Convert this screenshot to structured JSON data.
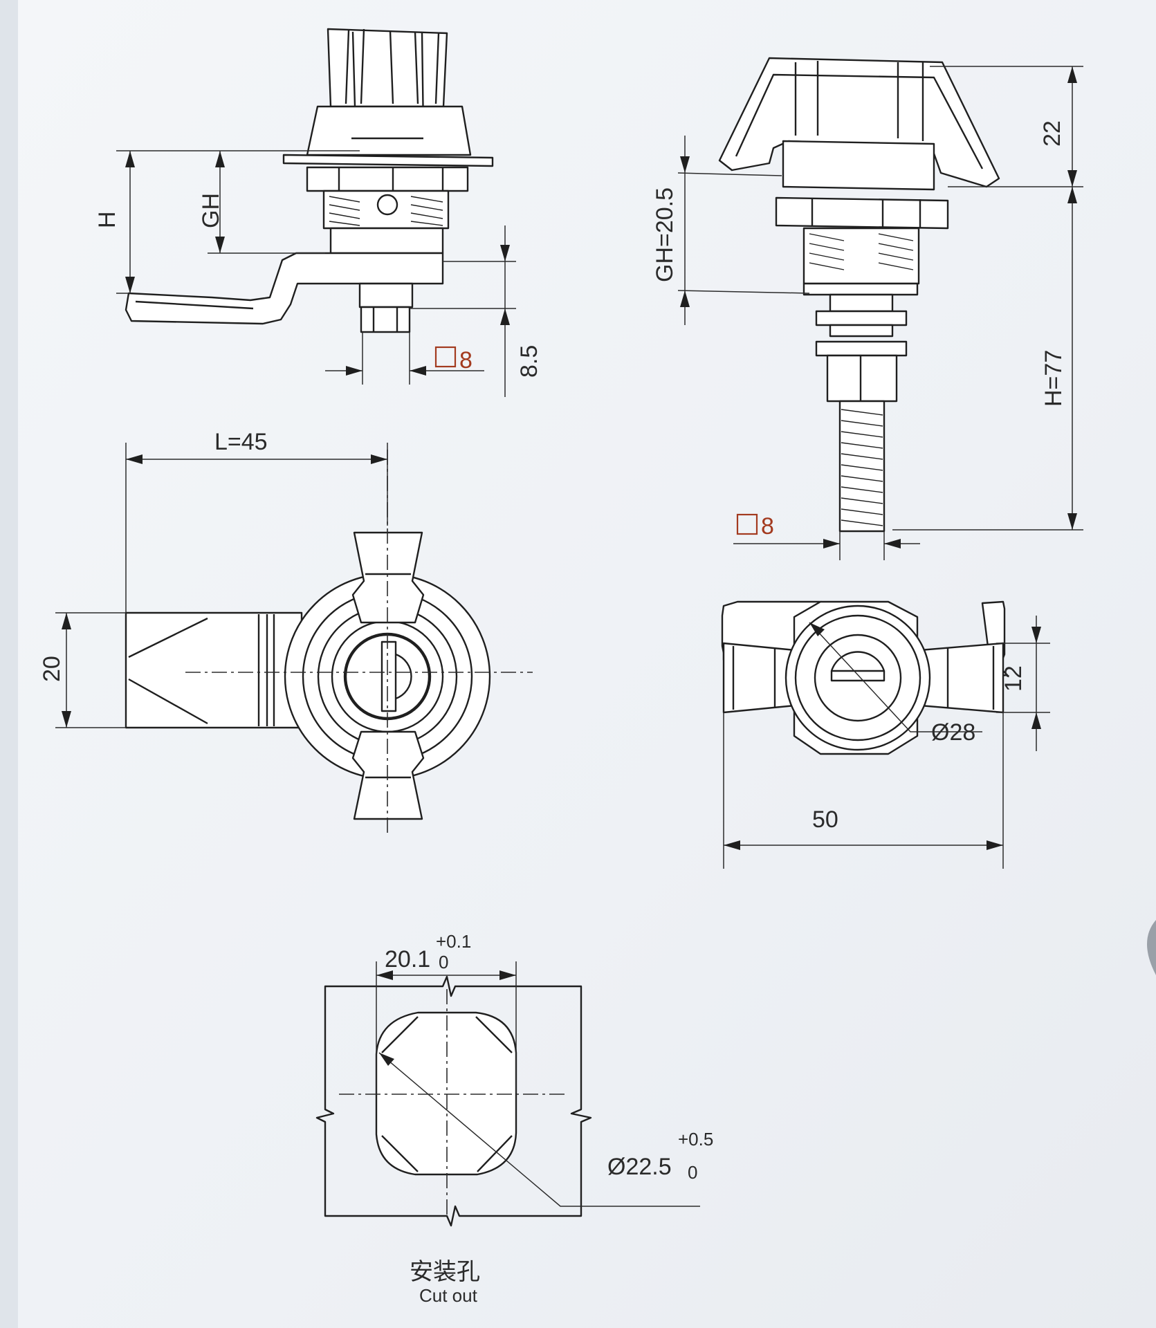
{
  "labels": {
    "side_left_h": "H",
    "side_left_gh": "GH",
    "side_left_sq": "8",
    "side_left_85": "8.5",
    "side_right_22": "22",
    "side_right_gh": "GH=20.5",
    "side_right_h": "H=77",
    "side_right_sq": "8",
    "front_left_l": "L=45",
    "front_left_20": "20",
    "front_right_12": "12",
    "front_right_d28": "Ø28",
    "front_right_50": "50",
    "cutout_w": "20.1",
    "cutout_w_tol_upper": "+0.1",
    "cutout_w_tol_lower": "0",
    "cutout_d": "Ø22.5",
    "cutout_d_tol_upper": "+0.5",
    "cutout_d_tol_lower": "0",
    "cutout_title_cn": "安装孔",
    "cutout_title_en": "Cut out"
  }
}
